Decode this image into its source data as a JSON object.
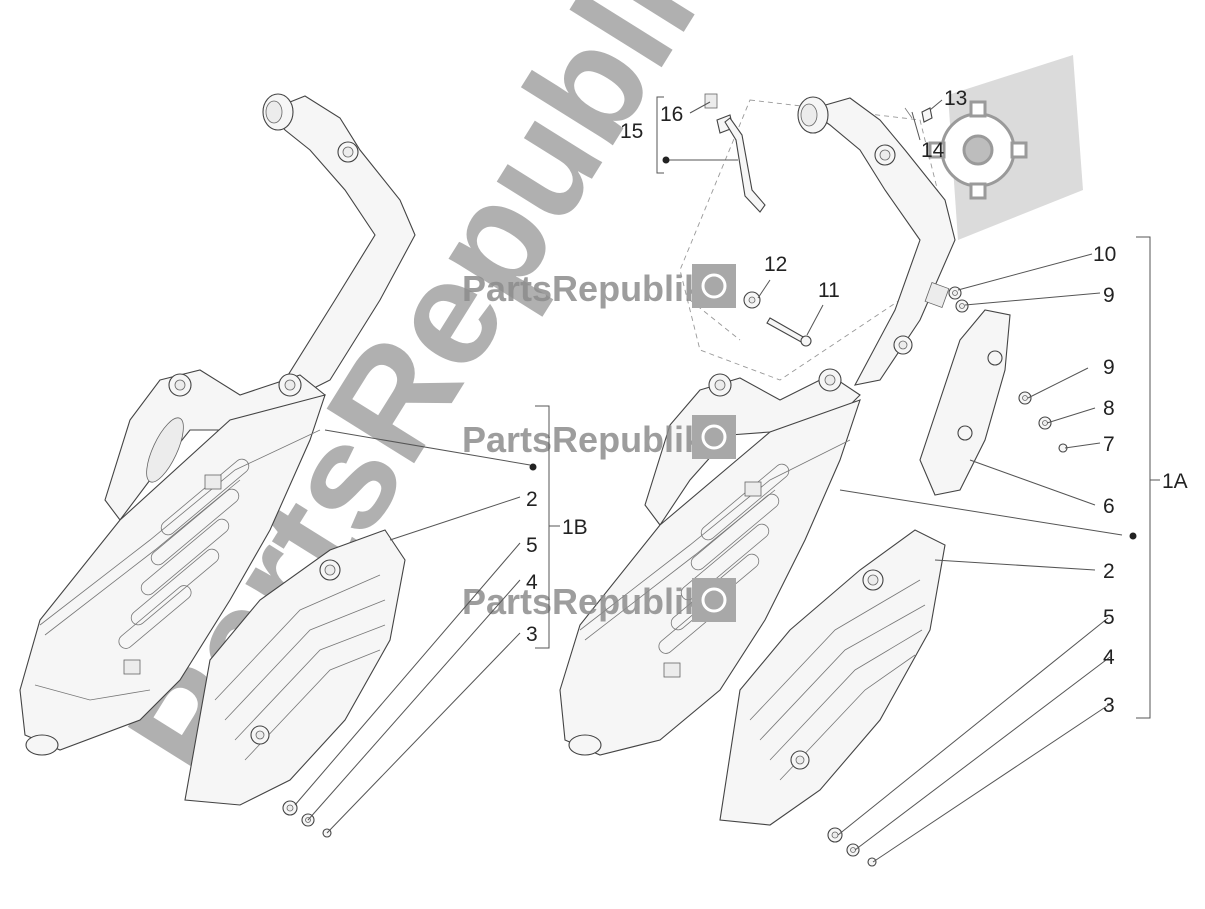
{
  "watermark": {
    "brand": "PartsRepublik",
    "big": "PartsRepublik"
  },
  "callouts": {
    "c1A": "1A",
    "c1B": "1B",
    "c2_left": "2",
    "c5_left": "5",
    "c4_left": "4",
    "c3_left": "3",
    "c15": "15",
    "c16": "16",
    "c12": "12",
    "c11": "11",
    "c13": "13",
    "c14": "14",
    "c10": "10",
    "c9_a": "9",
    "c9_b": "9",
    "c8": "8",
    "c7": "7",
    "c6": "6",
    "c2_right": "2",
    "c5_right": "5",
    "c4_right": "4",
    "c3_right": "3"
  },
  "colors": {
    "watermark": "#8c8c8c",
    "line": "#444444",
    "background": "#ffffff"
  }
}
